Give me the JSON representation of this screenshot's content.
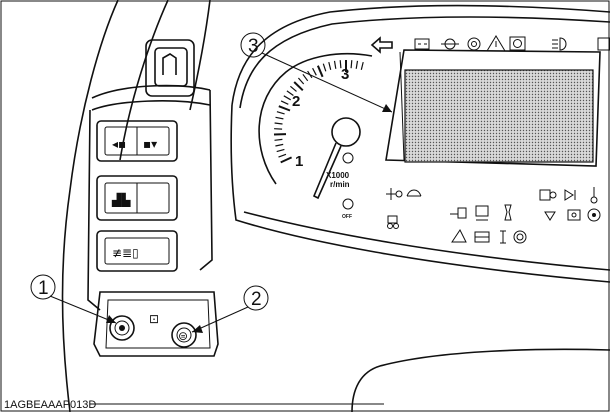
{
  "figure": {
    "code": "1AGBEAAAP013D",
    "callouts": [
      "1",
      "2",
      "3"
    ]
  },
  "tachometer": {
    "scale_labels": [
      "1",
      "2",
      "3"
    ],
    "unit_line1": "X1000",
    "unit_line2": "r/min",
    "small_label": "OFF"
  },
  "icons": {
    "top_row": [
      "arrow-left-icon",
      "battery-icon",
      "oil-pressure-icon",
      "fuel-filter-icon",
      "warning-triangle-icon",
      "brake-icon",
      "headlight-icon"
    ],
    "left_column": [
      "pto-icon",
      "steering-icon",
      "tractor-icon"
    ],
    "middle_block": [
      "rabbit-icon",
      "auto-icon",
      "glow-plug-icon",
      "hitch-icon",
      "tractor-speed-icon",
      "parking-brake-icon"
    ],
    "right_block": [
      "four-wheel-drive-icon",
      "turn-signal-icon",
      "water-temperature-icon",
      "differential-icon",
      "cruise-icon",
      "fuel-icon"
    ],
    "switches": [
      "hitch-up-icon",
      "hitch-down-icon",
      "tractor-mode-icon",
      "lamp-bar-icon",
      "seat-icon"
    ]
  }
}
